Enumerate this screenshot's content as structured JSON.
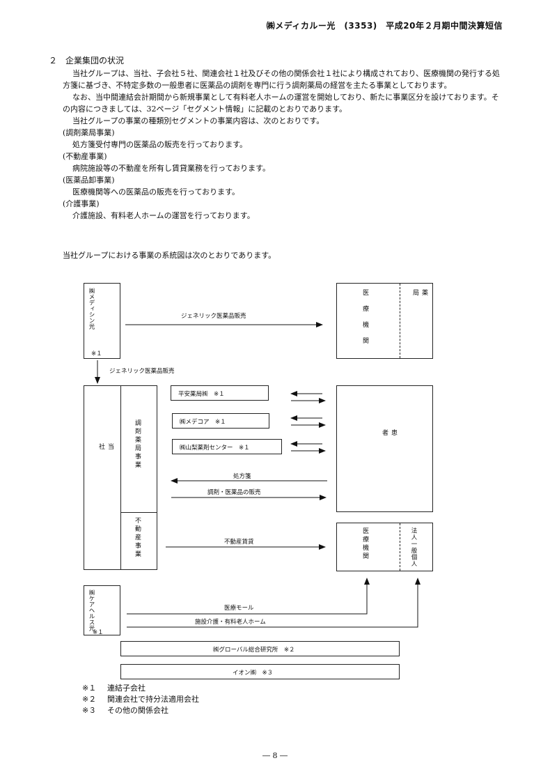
{
  "header": {
    "title": "㈱メディカルー光　(3353)　平成20年２月期中間決算短信"
  },
  "section": {
    "title": "２　企業集団の状況",
    "para1": "当社グループは、当社、子会社５社、関連会社１社及びその他の関係会社１社により構成されており、医療機関の発行する処方箋に基づき、不特定多数の一般患者に医薬品の調剤を専門に行う調剤薬局の経営を主たる事業としております。",
    "para2": "なお、当中間連結会計期間から新規事業として有料老人ホームの運営を開始しており、新たに事業区分を設けております。その内容につきましては、32ページ「セグメント情報」に記載のとおりであります。",
    "para3": "当社グループの事業の種類別セグメントの事業内容は、次のとおりです。",
    "segments": [
      {
        "name": "(調剤薬局事業)",
        "desc": "処方箋受付専門の医薬品の販売を行っております。"
      },
      {
        "name": "(不動産事業)",
        "desc": "病院施設等の不動産を所有し賃貸業務を行っております。"
      },
      {
        "name": "(医薬品卸事業)",
        "desc": "医療機関等への医薬品の販売を行っております。"
      },
      {
        "name": "(介護事業)",
        "desc": "介護施設、有料老人ホームの運営を行っております。"
      }
    ],
    "system_intro": "当社グループにおける事業の系統図は次のとおりであります。"
  },
  "diagram": {
    "medicine_co": "㈱メディシン光",
    "medicine_co_note": "※１",
    "generic_sales_top": "ジェネリック医薬品販売",
    "generic_sales_down": "ジェネリック医薬品販売",
    "medical_inst": "医療機関",
    "pharmacy": "薬局",
    "company": "当社",
    "dispensing_segment": "調剤薬局事業",
    "realestate_segment": "不動産事業",
    "sub1": "平安薬局㈱　※１",
    "sub2": "㈱メデコア　※１",
    "sub3": "㈱山梨薬剤センター　※１",
    "patients": "患者",
    "prescription": "処方箋",
    "dispense_sales": "調剤・医薬品の販売",
    "realestate_lease": "不動産賃貸",
    "medical_inst2": "医療機関",
    "corp_general": "法人一般個人",
    "care_health": "㈱ケアヘルス光",
    "care_health_note": "※１",
    "medical_mall": "医療モール",
    "facility_care": "施設介護・有料老人ホーム",
    "global_research": "㈱グローバル総合研究所　※２",
    "aeon": "イオン㈱　※３"
  },
  "notes": [
    {
      "mark": "※１",
      "text": "連結子会社"
    },
    {
      "mark": "※２",
      "text": "関連会社で持分法適用会社"
    },
    {
      "mark": "※３",
      "text": "その他の関係会社"
    }
  ],
  "page_number": "― 8 ―"
}
